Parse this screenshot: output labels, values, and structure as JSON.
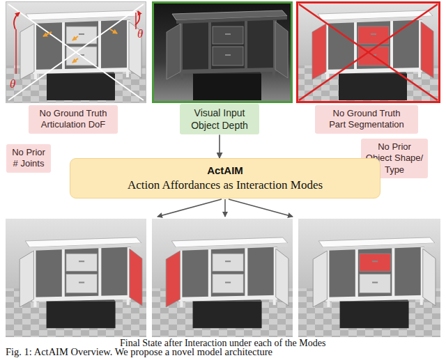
{
  "diagram": {
    "caption": "Fig. 1: ActAIM Overview. We propose a novel model architecture",
    "nodes": [
      {
        "text": [
          "No Ground Truth Articulation DoF"
        ]
      },
      {
        "text": [
          "Visual Input Object Depth"
        ]
      },
      {
        "text": [
          "No Ground Truth Part Segmentation"
        ]
      },
      {
        "text": [
          "No Prior # Joints"
        ]
      },
      {
        "text": [
          "No Prior Object Shape/ Type"
        ]
      },
      {
        "text": [
          "ActAIM",
          "Action Affordances as Interaction Modes"
        ]
      }
    ],
    "edges": [
      {
        "from": 1,
        "to": 5,
        "arrow": "to"
      }
    ],
    "labels": [
      "θ",
      "θ",
      "Final State after Interaction under each of the Modes"
    ]
  }
}
